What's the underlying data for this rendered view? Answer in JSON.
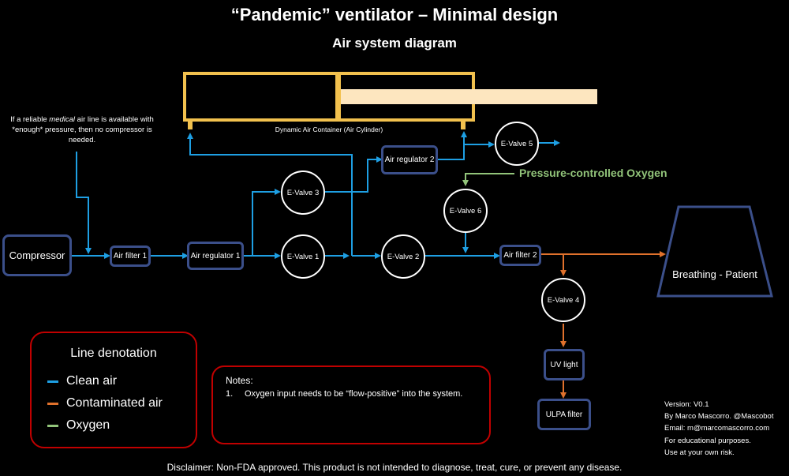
{
  "title": "“Pandemic” ventilator – Minimal design",
  "subtitle": "Air system diagram",
  "note_left_parts": {
    "pre": "If a reliable ",
    "em": "medical",
    "post": " air line is available with *enough* pressure, then no compressor is needed."
  },
  "cylinder_label": "Dynamic Air Container (Air Cylinder)",
  "oxygen_label": "Pressure-controlled Oxygen",
  "components": {
    "compressor": "Compressor",
    "air_filter_1": "Air filter 1",
    "air_regulator_1": "Air regulator 1",
    "air_regulator_2": "Air regulator 2",
    "air_filter_2": "Air filter 2",
    "uv_light": "UV light",
    "ulpa_filter": "ULPA filter",
    "patient": "Breathing - Patient",
    "evalve_1": "E-Valve 1",
    "evalve_2": "E-Valve 2",
    "evalve_3": "E-Valve 3",
    "evalve_4": "E-Valve 4",
    "evalve_5": "E-Valve 5",
    "evalve_6": "E-Valve 6"
  },
  "legend": {
    "title": "Line denotation",
    "items": [
      {
        "label": "Clean air",
        "color": "#1e9fe3"
      },
      {
        "label": "Contaminated air",
        "color": "#e0712c"
      },
      {
        "label": "Oxygen",
        "color": "#92c47a"
      }
    ]
  },
  "notes": {
    "heading": "Notes:",
    "items": [
      {
        "num": "1.",
        "text": "Oxygen input needs to be “flow-positive” into the system."
      }
    ]
  },
  "version": {
    "lines": [
      "Version: V0.1",
      "By Marco Mascorro. @Mascobot",
      "Email: m@marcomascorro.com",
      "For educational purposes.",
      "Use at your own risk."
    ]
  },
  "disclaimer": "Disclaimer: Non-FDA approved. This product is not intended to diagnose, treat, cure, or prevent any disease.",
  "colors": {
    "clean": "#1e9fe3",
    "contaminated": "#e0712c",
    "oxygen": "#92c47a",
    "cylinder": "#f2c14e",
    "piston_rod": "#fde6bf",
    "box_border": "#3b4f8a",
    "frame": "#c00000"
  }
}
